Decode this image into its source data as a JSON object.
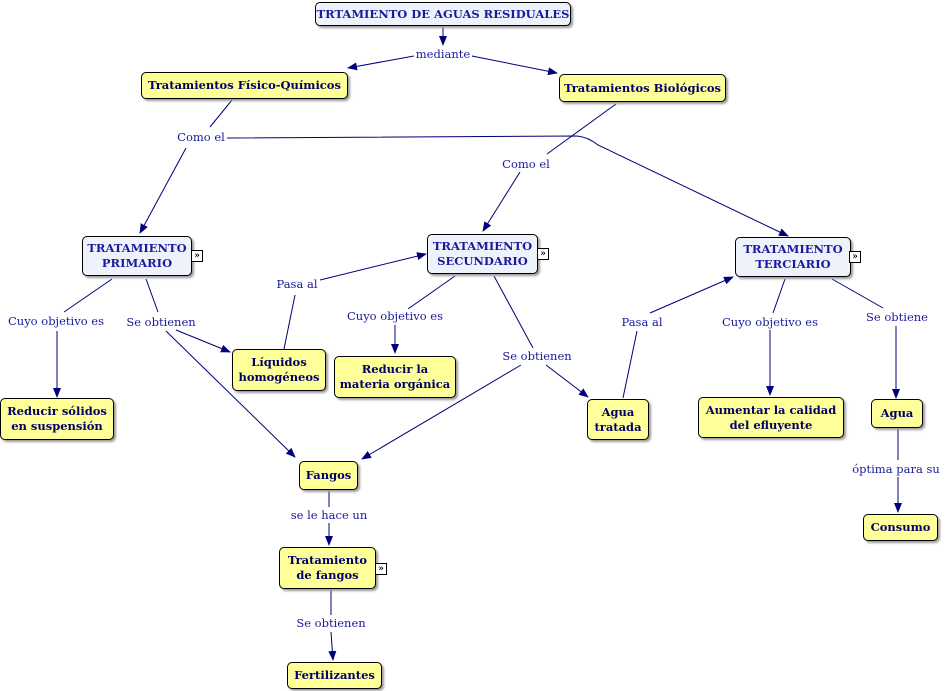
{
  "colors": {
    "concept_fill": "#ffff99",
    "heading_fill": "#edf2fb",
    "text": "#1a1a9c",
    "edge": "#00007a"
  },
  "expand_icon": "double-chevron-icon",
  "nodes": {
    "root": "TRTAMIENTO DE AGUAS RESIDUALES",
    "fisico": "Tratamientos Físico-Químicos",
    "biologicos": "Tratamientos Biológicos",
    "primario": "TRATAMIENTO\nPRIMARIO",
    "secundario": "TRATAMIENTO\nSECUNDARIO",
    "terciario": "TRATAMIENTO\nTERCIARIO",
    "reducir_solidos": "Reducir sólidos\nen suspensión",
    "liquidos": "Líquidos\nhomogéneos",
    "reducir_materia": "Reducir la\nmateria orgánica",
    "agua_tratada": "Agua\ntratada",
    "aumentar": "Aumentar la calidad\ndel efluyente",
    "agua": "Agua",
    "fangos": "Fangos",
    "consumo": "Consumo",
    "trat_fangos": "Tratamiento\nde fangos",
    "fertilizantes": "Fertilizantes"
  },
  "labels": {
    "mediante": "mediante",
    "como_el_1": "Como el",
    "como_el_2": "Como el",
    "pasa_al_1": "Pasa al",
    "pasa_al_2": "Pasa al",
    "cuyo_1": "Cuyo objetivo es",
    "cuyo_2": "Cuyo objetivo es",
    "cuyo_3": "Cuyo objetivo es",
    "se_obtienen_1": "Se obtienen",
    "se_obtienen_2": "Se obtienen",
    "se_obtienen_3": "Se obtienen",
    "se_obtiene": "Se obtiene",
    "se_le_hace_un": "se le hace un",
    "optima": "óptima para su"
  }
}
